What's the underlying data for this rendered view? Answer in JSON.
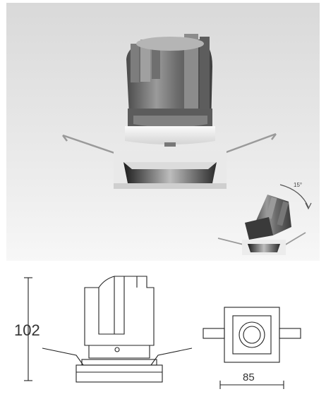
{
  "annotations": {
    "tilt_angle": "15°",
    "height_dimension": "102",
    "width_dimension": "85"
  },
  "colors": {
    "background_gradient_top": "#dcdcdc",
    "background_gradient_bottom": "#f4f4f4",
    "housing_dark": "#5a5a5a",
    "housing_light": "#a8a8a8",
    "trim_white": "#f2f2f2",
    "line_drawing": "#222222"
  }
}
